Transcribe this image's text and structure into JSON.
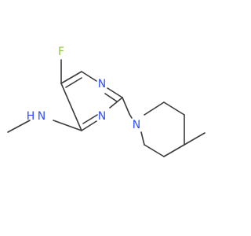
{
  "molecule": {
    "atoms": {
      "fluorine": "F",
      "n_pyrimidine_top": "N",
      "n_pyrimidine_bottom": "N",
      "n_piperidine": "N",
      "nh_n": "N",
      "nh_h": "H"
    },
    "colors": {
      "bond": "#3a3a3a",
      "fluorine": "#8cc63f",
      "nitrogen": "#3050f8",
      "background": "#ffffff"
    }
  }
}
